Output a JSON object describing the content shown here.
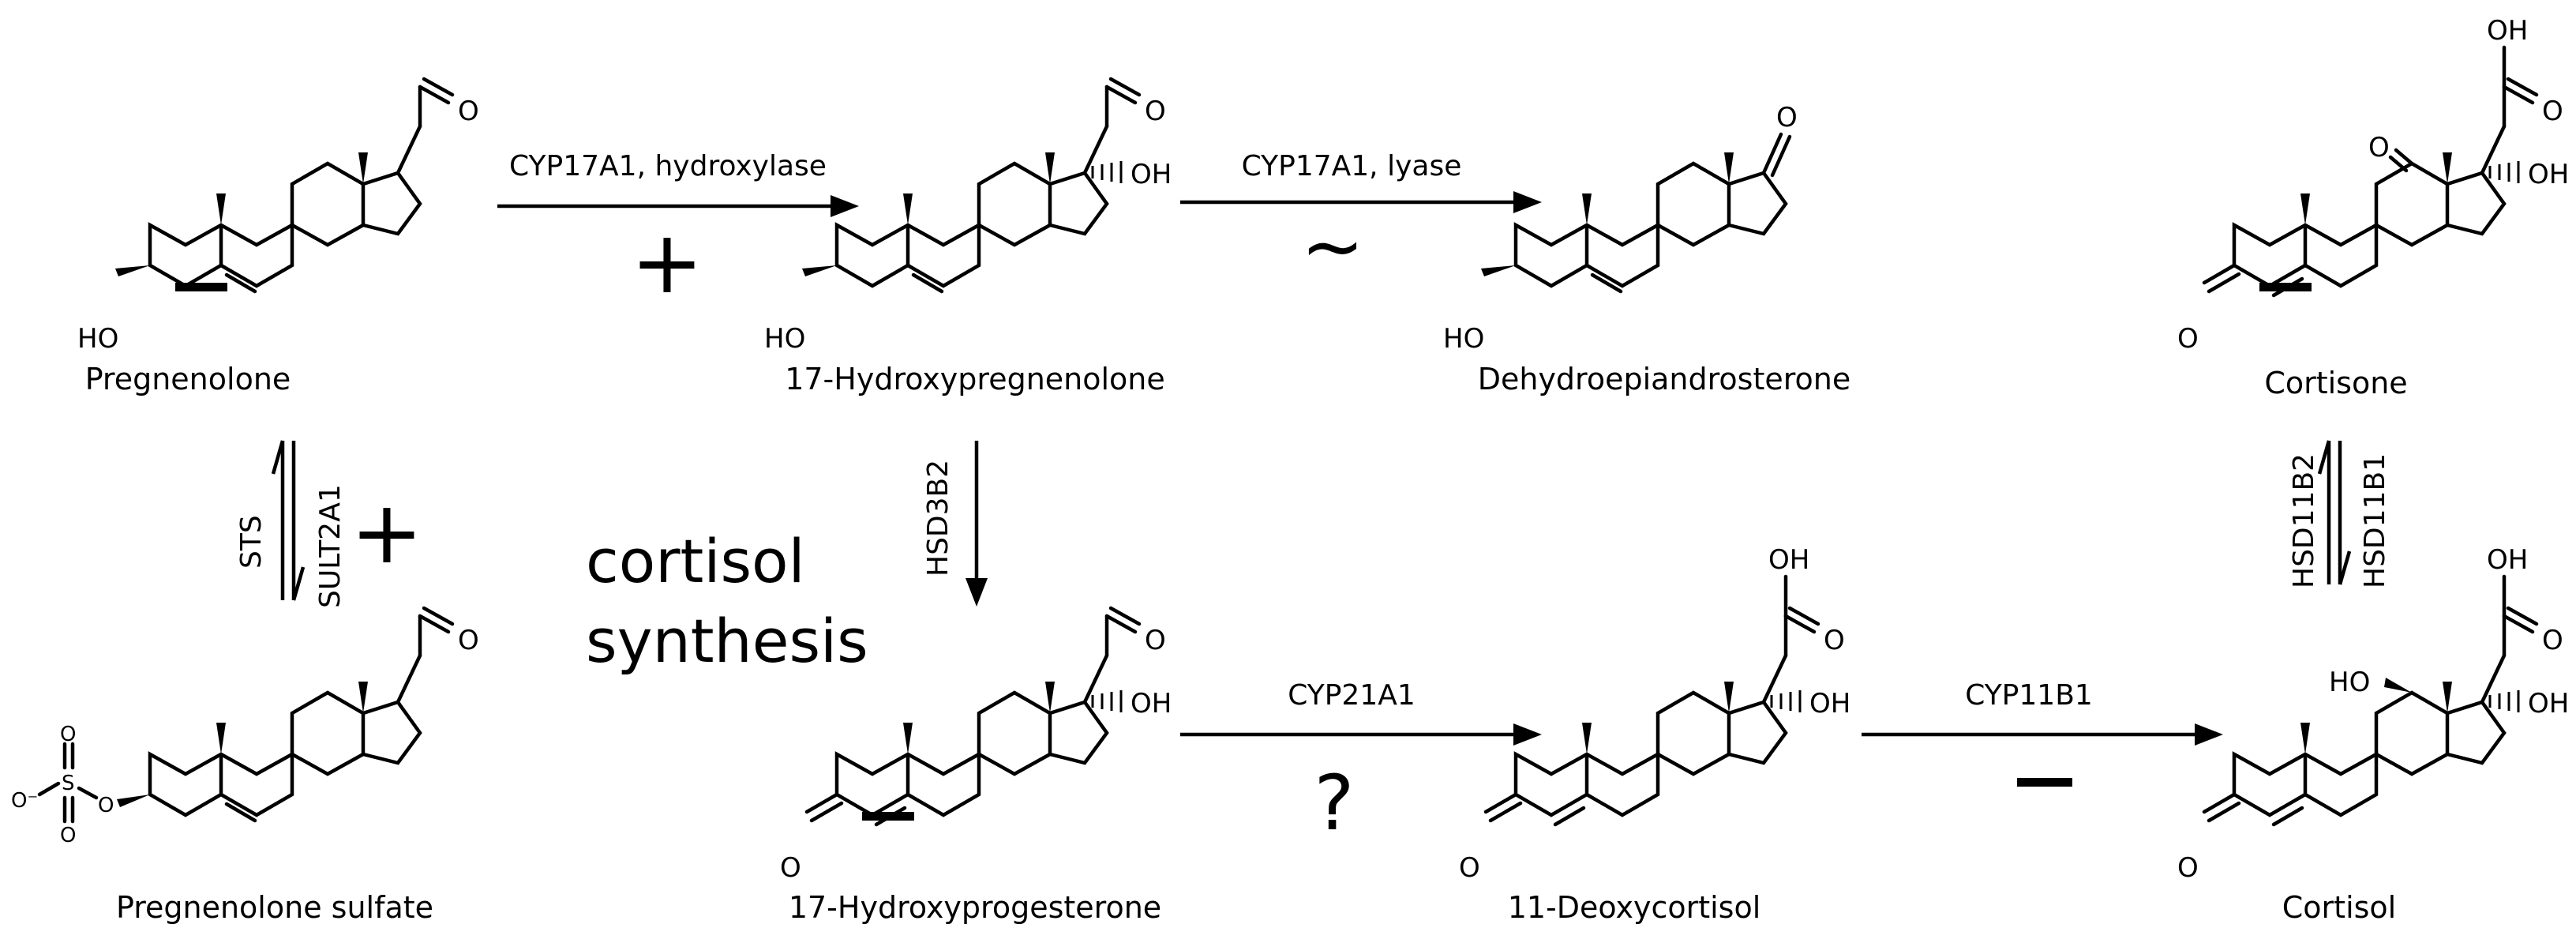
{
  "compounds": {
    "pregnenolone": "Pregnenolone",
    "hydroxypregnenolone": "17-Hydroxypregnenolone",
    "dhea": "Dehydroepiandrosterone",
    "cortisone": "Cortisone",
    "pregnenolone_sulfate": "Pregnenolone sulfate",
    "hydroxyprogesterone": "17-Hydroxyprogesterone",
    "deoxycortisol": "11-Deoxycortisol",
    "cortisol": "Cortisol"
  },
  "enzymes": {
    "cyp17a1_hydroxylase": "CYP17A1, hydroxylase",
    "cyp17a1_lyase": "CYP17A1, lyase",
    "hsd3b2": "HSD3B2",
    "cyp21a1": "CYP21A1",
    "cyp11b1": "CYP11B1",
    "sts": "STS",
    "sult2a1": "SULT2A1",
    "hsd11b2": "HSD11B2",
    "hsd11b1": "HSD11B1"
  },
  "effects": {
    "hydroxylase": "+",
    "lyase": "~",
    "sulfation": "+",
    "cyp21a1": "?"
  },
  "title_lines": [
    "cortisol",
    "synthesis"
  ],
  "atoms": {
    "o": "O",
    "oh": "OH",
    "ho": "HO",
    "s": "S",
    "o_minus": "O⁻"
  }
}
